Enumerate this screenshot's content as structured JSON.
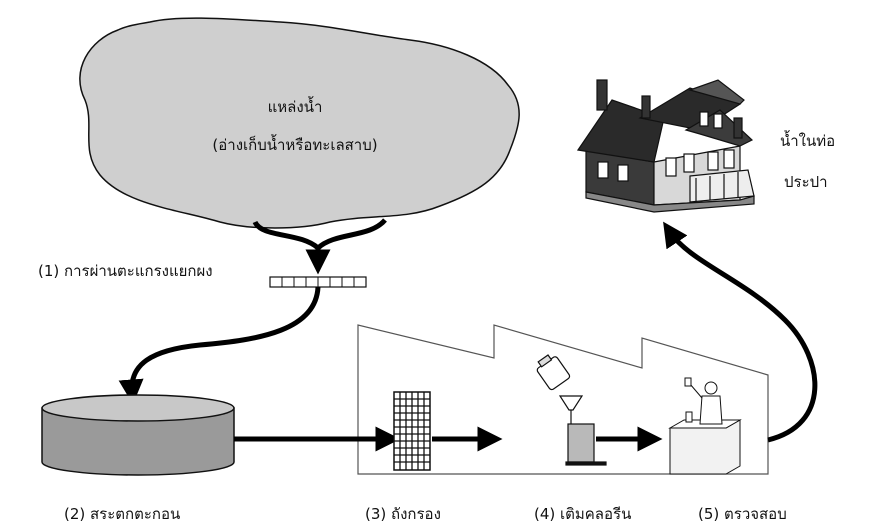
{
  "source": {
    "name": "แหล่งน้ำ",
    "detail": "(อ่างเก็บน้ำหรือทะเลสาบ)"
  },
  "destination": {
    "line1": "น้ำในท่อ",
    "line2": "ประปา"
  },
  "steps": [
    {
      "label": "(1) การผ่านตะแกรงแยกผง"
    },
    {
      "label": "(2) สระตกตะกอน"
    },
    {
      "label": "(3) ถังกรอง"
    },
    {
      "label": "(4) เติมคลอรีน"
    },
    {
      "label": "(5) ตรวจสอบ"
    }
  ],
  "colors": {
    "cloud_fill": "#cfcfcf",
    "tank_side": "#9a9a9a",
    "tank_top": "#c8c8c8",
    "stroke": "#111111",
    "arrow": "#000000"
  },
  "icons": [
    "screen-icon",
    "settling-tank-icon",
    "filter-tank-icon",
    "chlorine-dispenser-icon",
    "lab-tester-icon",
    "house-icon"
  ]
}
